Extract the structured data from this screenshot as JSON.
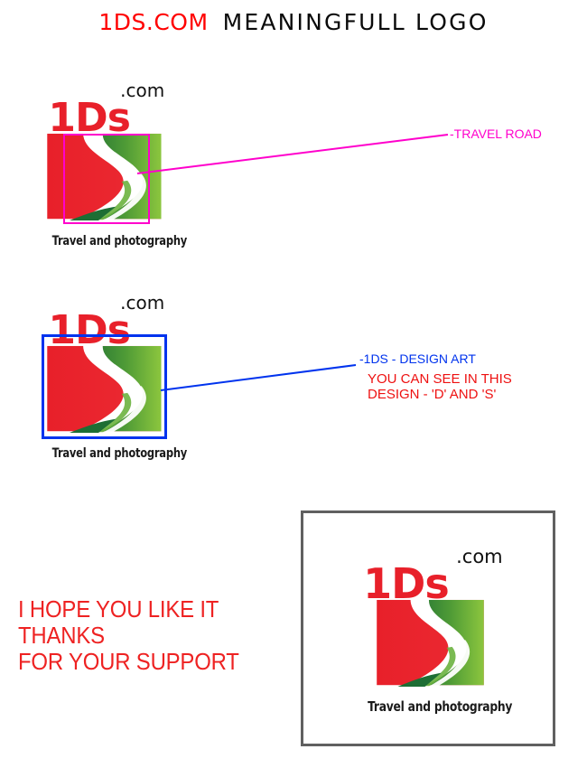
{
  "header": {
    "brand": "1DS.COM",
    "rest": "MEANINGFULL LOGO"
  },
  "logo": {
    "wordmark_main": "1Ds",
    "wordmark_suffix": ".com",
    "tagline": "Travel and photography",
    "colors": {
      "red": "#e8202a",
      "green_dark": "#217a3b",
      "green_light": "#8cc63e",
      "road_white": "#ffffff",
      "text_black": "#111111"
    }
  },
  "annotations": {
    "travel_road": {
      "label": "-TRAVEL ROAD",
      "color": "#ff00cc",
      "box_color": "#ff00cc"
    },
    "design_art": {
      "label": "-1DS - DESIGN ART",
      "color": "#0033ee",
      "box_color": "#0033ee"
    },
    "design_note": {
      "line1": "YOU CAN SEE IN THIS",
      "line2": "DESIGN - 'D' AND 'S'",
      "color": "#ee1111"
    }
  },
  "closing": {
    "line1": "I HOPE YOU LIKE IT THANKS",
    "line2": "FOR YOUR SUPPORT",
    "color": "#ee2222"
  },
  "showcase": {
    "frame_color": "#606060"
  }
}
